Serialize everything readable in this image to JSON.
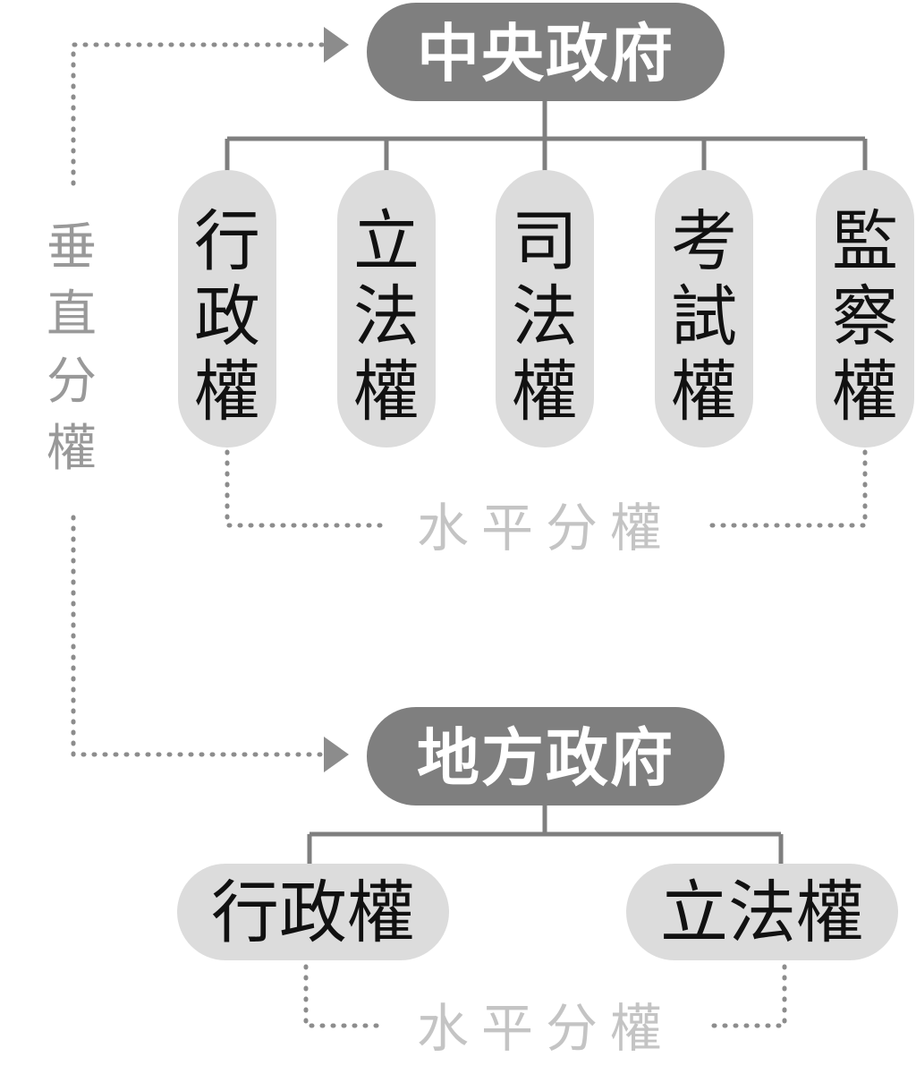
{
  "colors": {
    "government_fill": "#7f7f7f",
    "government_text": "#ffffff",
    "power_fill": "#dcdcdc",
    "power_text": "#111111",
    "tree_line": "#7f7f7f",
    "dotted_line": "#8c8c8c",
    "vertical_label": "#999999",
    "horizontal_label": "#c4c4c4"
  },
  "central": {
    "title": "中央政府",
    "powers": [
      "行政權",
      "立法權",
      "司法權",
      "考試權",
      "監察權"
    ],
    "horizontal_label": "水平分權"
  },
  "local": {
    "title": "地方政府",
    "powers": [
      "行政權",
      "立法權"
    ],
    "horizontal_label": "水平分權"
  },
  "vertical_label": "垂直分權"
}
